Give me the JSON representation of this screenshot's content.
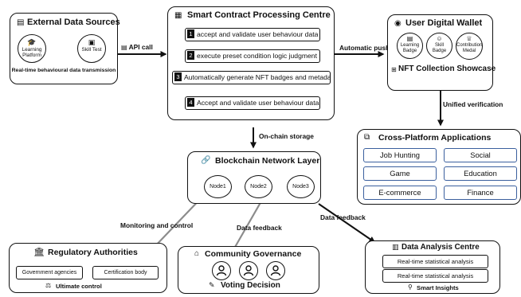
{
  "external": {
    "title": "External Data Sources",
    "nodes": [
      {
        "label": "Learning Platform",
        "icon": "graduation-cap-icon"
      },
      {
        "label": "Skill Test",
        "icon": "clipboard-icon"
      }
    ],
    "caption": "Real-time behavioural data transmission"
  },
  "contract": {
    "title": "Smart Contract Processing Centre",
    "steps": [
      {
        "num": "1",
        "text": "accept and validate user behaviour data"
      },
      {
        "num": "2",
        "text": "execute preset condition logic judgment"
      },
      {
        "num": "3",
        "text": "Automatically generate NFT badges and metadata"
      },
      {
        "num": "4",
        "text": "Accept and validate user behaviour data"
      }
    ]
  },
  "wallet": {
    "title": "User Digital Wallet",
    "badges": [
      {
        "label": "Learning Badge",
        "icon": "book-icon"
      },
      {
        "label": "Skill Badge",
        "icon": "brain-icon"
      },
      {
        "label": "Contribution Medal",
        "icon": "trophy-icon"
      }
    ],
    "showcase": "NFT Collection Showcase"
  },
  "apps": {
    "title": "Cross-Platform Applications",
    "items": [
      "Job Hunting",
      "Social",
      "Game",
      "Education",
      "E-commerce",
      "Finance"
    ]
  },
  "blockchain": {
    "title": "Blockchain Network Layer",
    "nodes": [
      "Node1",
      "Node2",
      "Node3"
    ]
  },
  "regulatory": {
    "title": "Regulatory Authorities",
    "items": [
      "Government agencies",
      "Certification body"
    ],
    "caption": "Ultimate control"
  },
  "governance": {
    "title": "Community Governance",
    "caption": "Voting Decision"
  },
  "analysis": {
    "title": "Data Analysis Centre",
    "items": [
      "Real-time statistical analysis",
      "Real-time statistical analysis"
    ],
    "caption": "Smart Insights"
  },
  "edges": {
    "api_call": "API call",
    "automatic_push": "Automatic push",
    "unified_verification": "Unified verification",
    "onchain_storage": "On-chain storage",
    "monitoring": "Monitoring and control",
    "data_feedback_1": "Data feedback",
    "data_feedback_2": "Data feedback"
  },
  "colors": {
    "line": "#111111",
    "gray_arrow": "#8c8c8c",
    "pill_border": "#3a5f9e"
  }
}
